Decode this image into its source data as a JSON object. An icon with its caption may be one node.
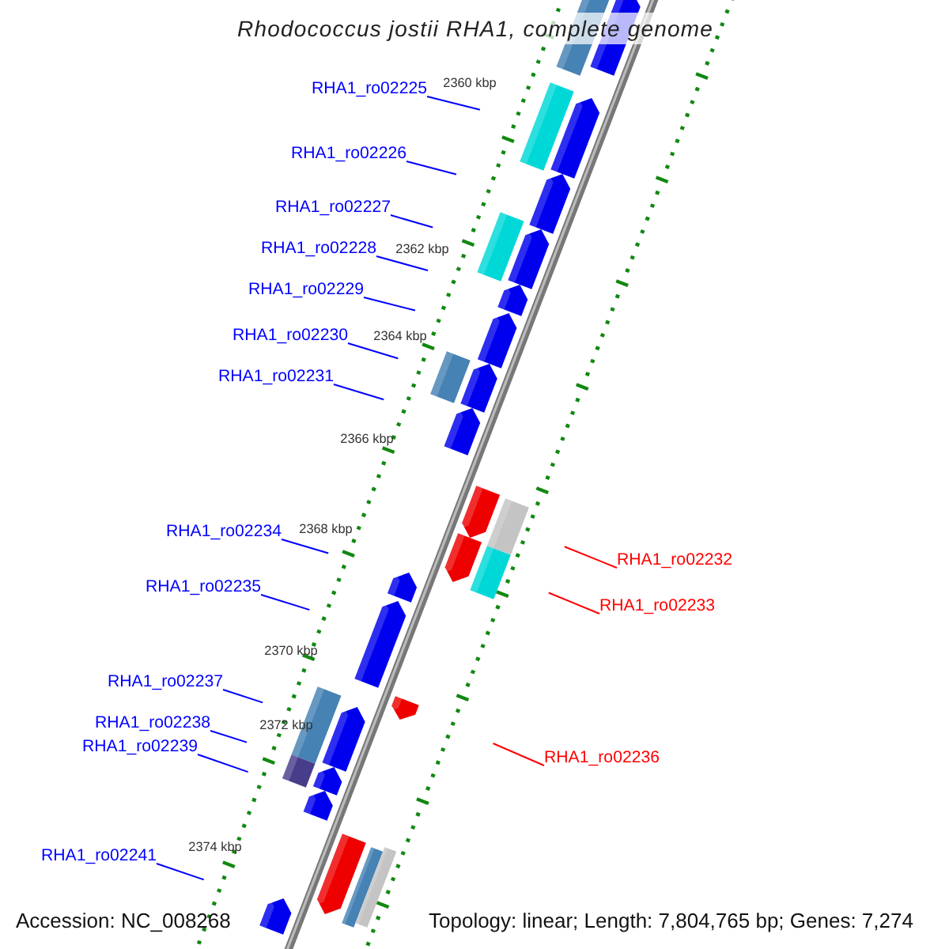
{
  "diagram": {
    "title": "Rhodococcus jostii RHA1, complete genome",
    "nodes": [
      {
        "text": [
          "RHA1_ro02225"
        ]
      },
      {
        "text": [
          "RHA1_ro02226"
        ]
      },
      {
        "text": [
          "RHA1_ro02227"
        ]
      },
      {
        "text": [
          "RHA1_ro02228"
        ]
      },
      {
        "text": [
          "RHA1_ro02229"
        ]
      },
      {
        "text": [
          "RHA1_ro02230"
        ]
      },
      {
        "text": [
          "RHA1_ro02231"
        ]
      },
      {
        "text": [
          "RHA1_ro02232"
        ]
      },
      {
        "text": [
          "RHA1_ro02233"
        ]
      },
      {
        "text": [
          "RHA1_ro02234"
        ]
      },
      {
        "text": [
          "RHA1_ro02235"
        ]
      },
      {
        "text": [
          "RHA1_ro02236"
        ]
      },
      {
        "text": [
          "RHA1_ro02237"
        ]
      },
      {
        "text": [
          "RHA1_ro02238"
        ]
      },
      {
        "text": [
          "RHA1_ro02239"
        ]
      },
      {
        "text": [
          "RHA1_ro02241"
        ]
      }
    ],
    "edges": [
      {
        "from": 0,
        "to": null,
        "arrow": "none"
      },
      {
        "from": 1,
        "to": null,
        "arrow": "none"
      },
      {
        "from": 2,
        "to": null,
        "arrow": "none"
      },
      {
        "from": 3,
        "to": null,
        "arrow": "none"
      },
      {
        "from": 4,
        "to": null,
        "arrow": "none"
      },
      {
        "from": 5,
        "to": null,
        "arrow": "none"
      },
      {
        "from": 6,
        "to": null,
        "arrow": "none"
      },
      {
        "from": 7,
        "to": null,
        "arrow": "none",
        "color": "#ff0000"
      },
      {
        "from": 8,
        "to": null,
        "arrow": "none",
        "color": "#ff0000"
      },
      {
        "from": 9,
        "to": null,
        "arrow": "none"
      },
      {
        "from": 10,
        "to": null,
        "arrow": "none"
      },
      {
        "from": 11,
        "to": null,
        "arrow": "none",
        "color": "#ff0000"
      },
      {
        "from": 12,
        "to": null,
        "arrow": "none"
      },
      {
        "from": 13,
        "to": null,
        "arrow": "none"
      },
      {
        "from": 14,
        "to": null,
        "arrow": "none"
      },
      {
        "from": 15,
        "to": null,
        "arrow": "none"
      }
    ],
    "labels": [
      "2360 kbp",
      "2362 kbp",
      "2364 kbp",
      "2366 kbp",
      "2368 kbp",
      "2370 kbp",
      "2372 kbp",
      "2374 kbp",
      "Accession: NC_008268",
      "Topology: linear; Length: 7,804,765 bp; Genes: 7,274"
    ]
  }
}
